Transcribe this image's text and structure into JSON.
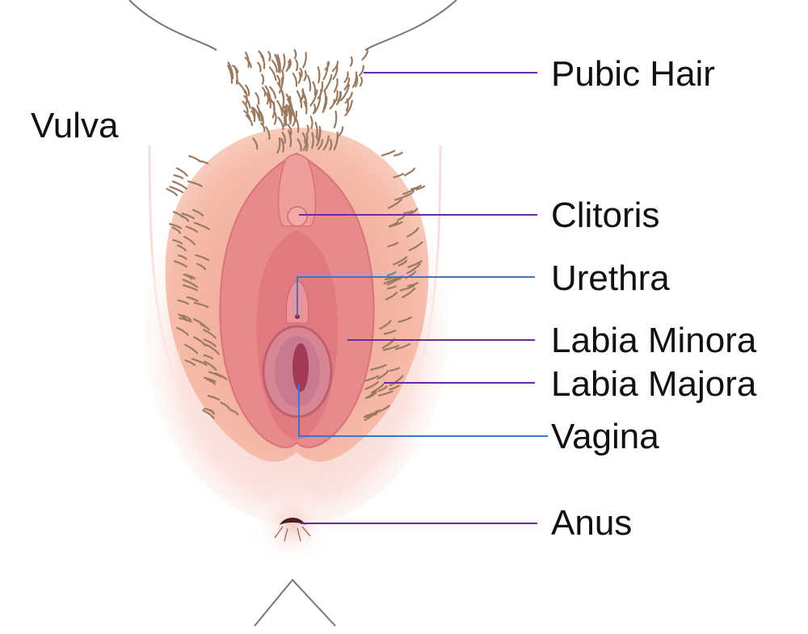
{
  "title": "Vulva",
  "labels": {
    "pubic_hair": "Pubic Hair",
    "clitoris": "Clitoris",
    "urethra": "Urethra",
    "labia_minora": "Labia Minora",
    "labia_majora": "Labia Majora",
    "vagina": "Vagina",
    "anus": "Anus"
  },
  "colors": {
    "leader_purple": "#6a2c9a",
    "leader_blue": "#3c74c8",
    "skin_glow": "#fbe3de",
    "labia_majora": "#f4b7a6",
    "labia_minora": "#e8898b",
    "hair": "#9a7a60"
  }
}
